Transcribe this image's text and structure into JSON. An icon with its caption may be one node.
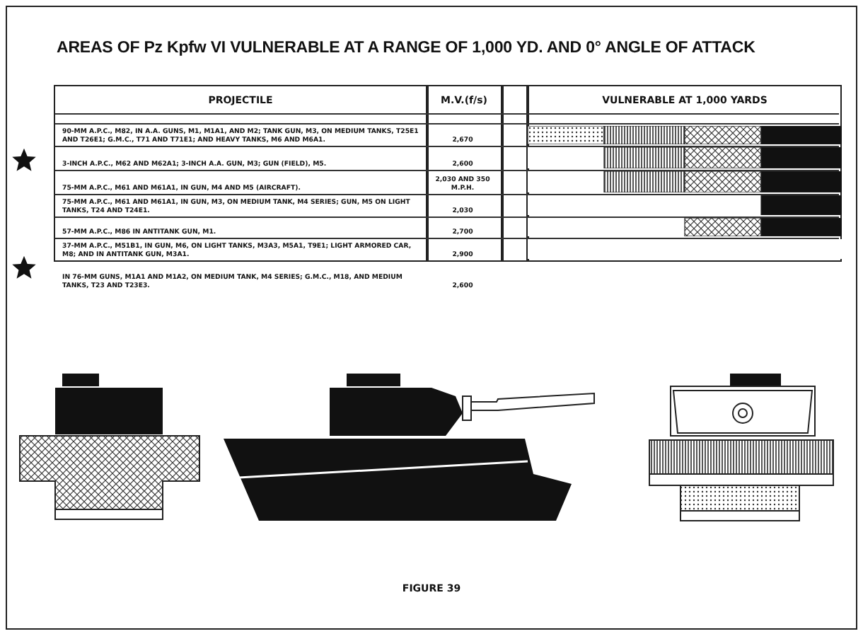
{
  "diagram": {
    "title": "AREAS OF Pz Kpfw VI VULNERABLE AT A RANGE OF 1,000 YD. AND 0° ANGLE OF ATTACK",
    "caption": "FIGURE 39",
    "labels": [
      "PROJECTILE",
      "M.V.(f/s)",
      "VULNERABLE AT 1,000 YARDS",
      "90-MM A.P.C., M82, IN A.A. GUNS, M1, M1A1, AND M2; TANK GUN, M3, ON MEDIUM TANKS, T25E1 AND T26E1; G.M.C., T71 AND T71E1; AND HEAVY TANKS, M6 AND M6A1.",
      "2,670",
      "3-INCH A.P.C., M62 AND M62A1; 3-INCH A.A. GUN, M3; GUN (FIELD), M5.",
      "2,600",
      "75-MM A.P.C., M61 AND M61A1, IN GUN, M4 AND M5 (AIRCRAFT).",
      "2,030 AND 350 M.P.H.",
      "75-MM A.P.C., M61 AND M61A1, IN GUN, M3, ON MEDIUM TANK, M4 SERIES; GUN, M5 ON LIGHT TANKS, T24 AND T24E1.",
      "2,030",
      "57-MM A.P.C., M86 IN ANTITANK GUN, M1.",
      "2,700",
      "37-MM A.P.C., M51B1, IN GUN, M6, ON LIGHT TANKS, M3A3, M5A1, T9E1; LIGHT ARMORED CAR, M8; AND IN ANTITANK GUN, M3A1.",
      "2,900",
      "IN 76-MM GUNS, M1A1 AND M1A2, ON MEDIUM TANK, M4 SERIES; G.M.C., M18, AND MEDIUM TANKS, T23 AND T23E3.",
      "2,600"
    ]
  }
}
